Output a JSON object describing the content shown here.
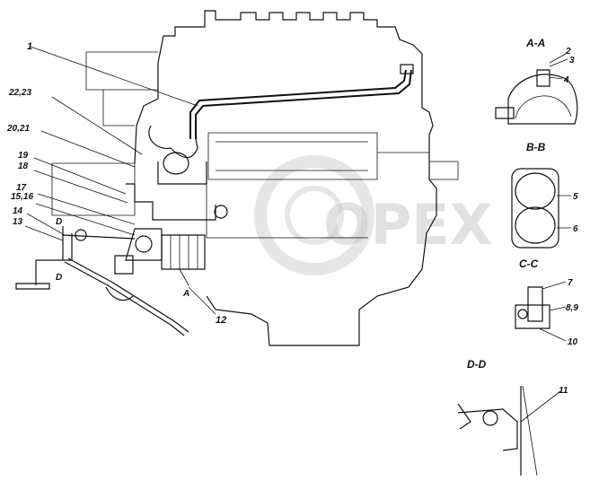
{
  "watermark": "OPEX",
  "callouts": [
    "1",
    "2",
    "3",
    "4",
    "5",
    "6",
    "7",
    "8,9",
    "10",
    "11",
    "12",
    "13",
    "14",
    "15,16",
    "17",
    "18",
    "19",
    "20,21",
    "22,23"
  ],
  "section_titles": {
    "aa": "A-A",
    "bb": "B-B",
    "cc": "C-C",
    "dd": "D-D"
  },
  "section_markers": {
    "a": "A",
    "d_upper": "D",
    "d_lower": "D"
  }
}
